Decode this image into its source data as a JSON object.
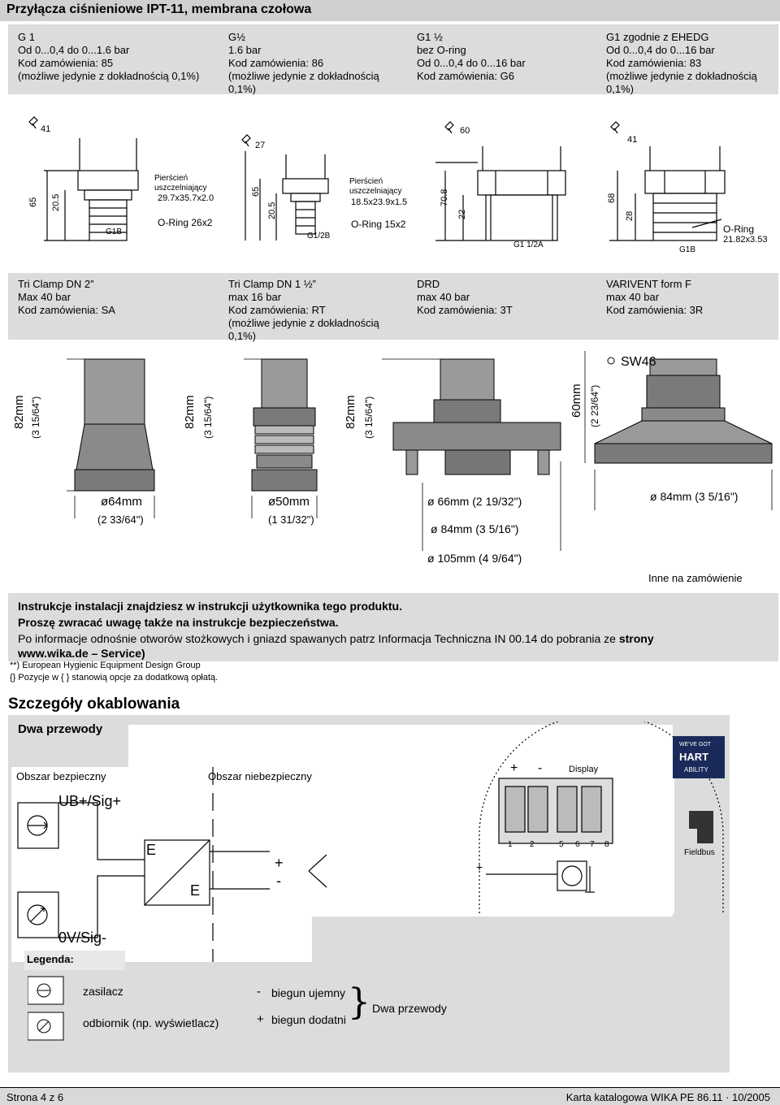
{
  "title": "Przyłącza ciśnieniowe IPT-11, membrana czołowa",
  "row1": [
    {
      "lines": [
        "G 1",
        "Od 0...0,4 do 0...1.6 bar",
        "Kod zamówienia: 85",
        "(możliwe jedynie z dokładnością 0,1%)"
      ]
    },
    {
      "lines": [
        "G½",
        "1.6 bar",
        "Kod zamówienia: 86",
        "(możliwe jedynie z dokładnością",
        "0,1%)"
      ]
    },
    {
      "lines": [
        "G1 ½",
        "bez O-ring",
        "Od 0...0,4 do 0...16 bar",
        "Kod zamówienia: G6"
      ]
    },
    {
      "lines": [
        "G1 zgodnie z EHEDG",
        "Od 0...0,4 do 0...16 bar",
        "Kod zamówienia: 83",
        "(możliwe jedynie z dokładnością",
        "0,1%)"
      ]
    }
  ],
  "row1_drawing": {
    "d1": {
      "wrench": "41",
      "h1": "65",
      "h2": "20.5",
      "thread": "G1B",
      "seal_label_1": "Pierścień",
      "seal_label_2": "uszczelniający",
      "seal_dim": "29.7x35.7x2.0",
      "oring": "O-Ring 26x2"
    },
    "d2": {
      "wrench": "27",
      "h1": "65",
      "h2": "20.5",
      "thread": "G1/2B",
      "seal_label_1": "Pierścień",
      "seal_label_2": "uszczelniający",
      "seal_dim": "18.5x23.9x1.5",
      "oring": "O-Ring 15x2"
    },
    "d3": {
      "wrench": "60",
      "h1": "70.8",
      "h2": "22",
      "thread": "G1 1/2A"
    },
    "d4": {
      "wrench": "41",
      "h1": "68",
      "h2": "28",
      "thread": "G1B",
      "oring1": "O-Ring",
      "oring2": "21.82x3.53"
    }
  },
  "row2": [
    {
      "lines": [
        "Tri Clamp DN 2”",
        "Max 40 bar",
        "Kod zamówienia: SA"
      ]
    },
    {
      "lines": [
        "Tri Clamp DN 1 ½”",
        "max 16 bar",
        "Kod zamówienia: RT",
        "(możliwe jedynie z dokładnością",
        "0,1%)"
      ]
    },
    {
      "lines": [
        "DRD",
        "max 40 bar",
        "Kod zamówienia: 3T"
      ]
    },
    {
      "lines": [
        "VARIVENT form F",
        "max 40 bar",
        "Kod zamówienia: 3R"
      ]
    }
  ],
  "row2_drawing": {
    "h1_mm": "82mm",
    "h1_in": "(3 15/64\")",
    "h2_mm": "82mm",
    "h2_in": "(3 15/64\")",
    "h3_mm": "82mm",
    "h3_in": "(3 15/64\")",
    "h4_mm": "60mm",
    "h4_in": "(2 23/64\")",
    "sw": "SW46",
    "d1_mm": "ø64mm",
    "d1_in": "(2 33/64\")",
    "d2_mm": "ø50mm",
    "d2_in": "(1 31/32\")",
    "d3a": "ø 66mm (2 19/32\")",
    "d3b": "ø 84mm (3 5/16\")",
    "d3c": "ø 105mm (4 9/64\")",
    "d4": "ø 84mm (3 5/16\")"
  },
  "inne": "Inne na zamówienie",
  "notes": {
    "n1": "Instrukcje instalacji znajdziesz w instrukcji użytkownika tego produktu.",
    "n2": "Proszę zwracać uwagę także na instrukcje bezpieczeństwa.",
    "n3a": "Po informacje odnośnie otworów stożkowych i gniazd spawanych patrz Informacja Techniczna IN 00.14 do pobrania ze",
    "n3b": "strony",
    "n4": "www.wika.de – Service)",
    "s1": "**) European Hygienic Equipment Design Group",
    "s2": "{} Pozycje w { } stanowią opcje za dodatkową opłatą."
  },
  "wiring": {
    "section_title": "Szczegóły okablowania",
    "subtitle": "Dwa przewody",
    "safe_area": "Obszar bezpieczny",
    "hazard_area": "Obszar niebezpieczny",
    "ub_label": "UB+/Sig+",
    "ov_label": "0V/Sig-",
    "e1": "E",
    "e2": "E",
    "plus": "+",
    "minus": "-",
    "display": "Display",
    "terminals": [
      "1",
      "2",
      "5",
      "6",
      "7",
      "8"
    ],
    "hart_1": "WE'VE GOT",
    "hart_2": "HART",
    "hart_3": "ABILITY",
    "fieldbus": "Fieldbus"
  },
  "legend": {
    "title": "Legenda:",
    "zasilacz": "zasilacz",
    "odbiornik": "odbiornik (np. wyświetlacz)",
    "minus_sym": "-",
    "plus_sym": "+",
    "biegun_ujemny": "biegun ujemny",
    "biegun_dodatni": "biegun dodatni",
    "dwa_przewody": "Dwa przewody"
  },
  "footer": {
    "left": "Strona 4 z 6",
    "right": "Karta katalogowa WIKA PE 86.11 · 10/2005"
  }
}
